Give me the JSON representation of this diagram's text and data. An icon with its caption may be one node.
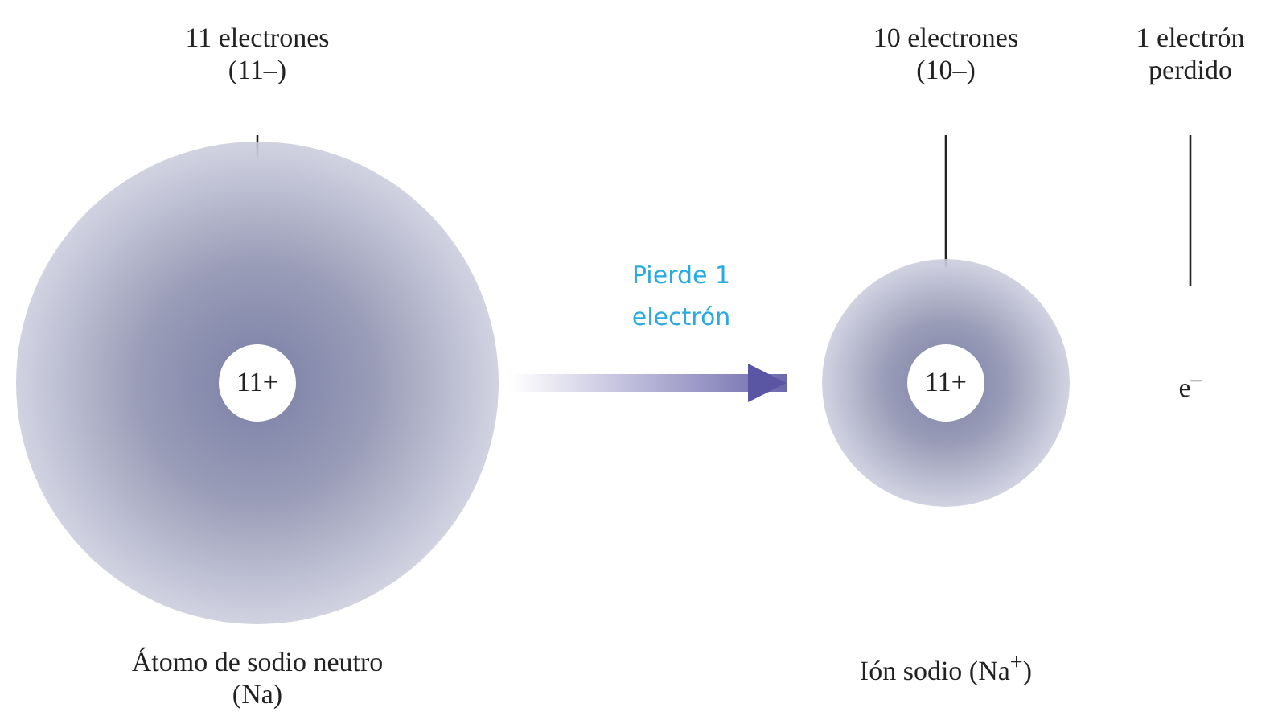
{
  "diagram": {
    "nodes": [
      {
        "text": [
          "11 electrones (11–)"
        ]
      },
      {
        "text": [],
        "shape": "circle"
      },
      {
        "text": [
          "11+"
        ],
        "in": 1
      },
      {
        "text": [
          "10 electrones (10–)"
        ]
      },
      {
        "text": [],
        "shape": "circle"
      },
      {
        "text": [
          "11+"
        ],
        "in": 4
      },
      {
        "text": [
          "1 electrón perdido"
        ]
      },
      {
        "text": [
          "e$^{–}$"
        ]
      }
    ],
    "edges": [
      {
        "from": 0,
        "to": 1,
        "arrow": "none"
      },
      {
        "from": 1,
        "to": 4,
        "arrow": "to",
        "label": "Pierde 1 electrón",
        "style": "thick",
        "color": "#5b56a3"
      },
      {
        "from": 3,
        "to": 4,
        "arrow": "none"
      },
      {
        "from": 6,
        "to": 7,
        "arrow": "none"
      }
    ],
    "labels": [
      "Átomo de sodio neutro (Na)",
      "Ión sodio (Na$^{+}$)"
    ]
  }
}
